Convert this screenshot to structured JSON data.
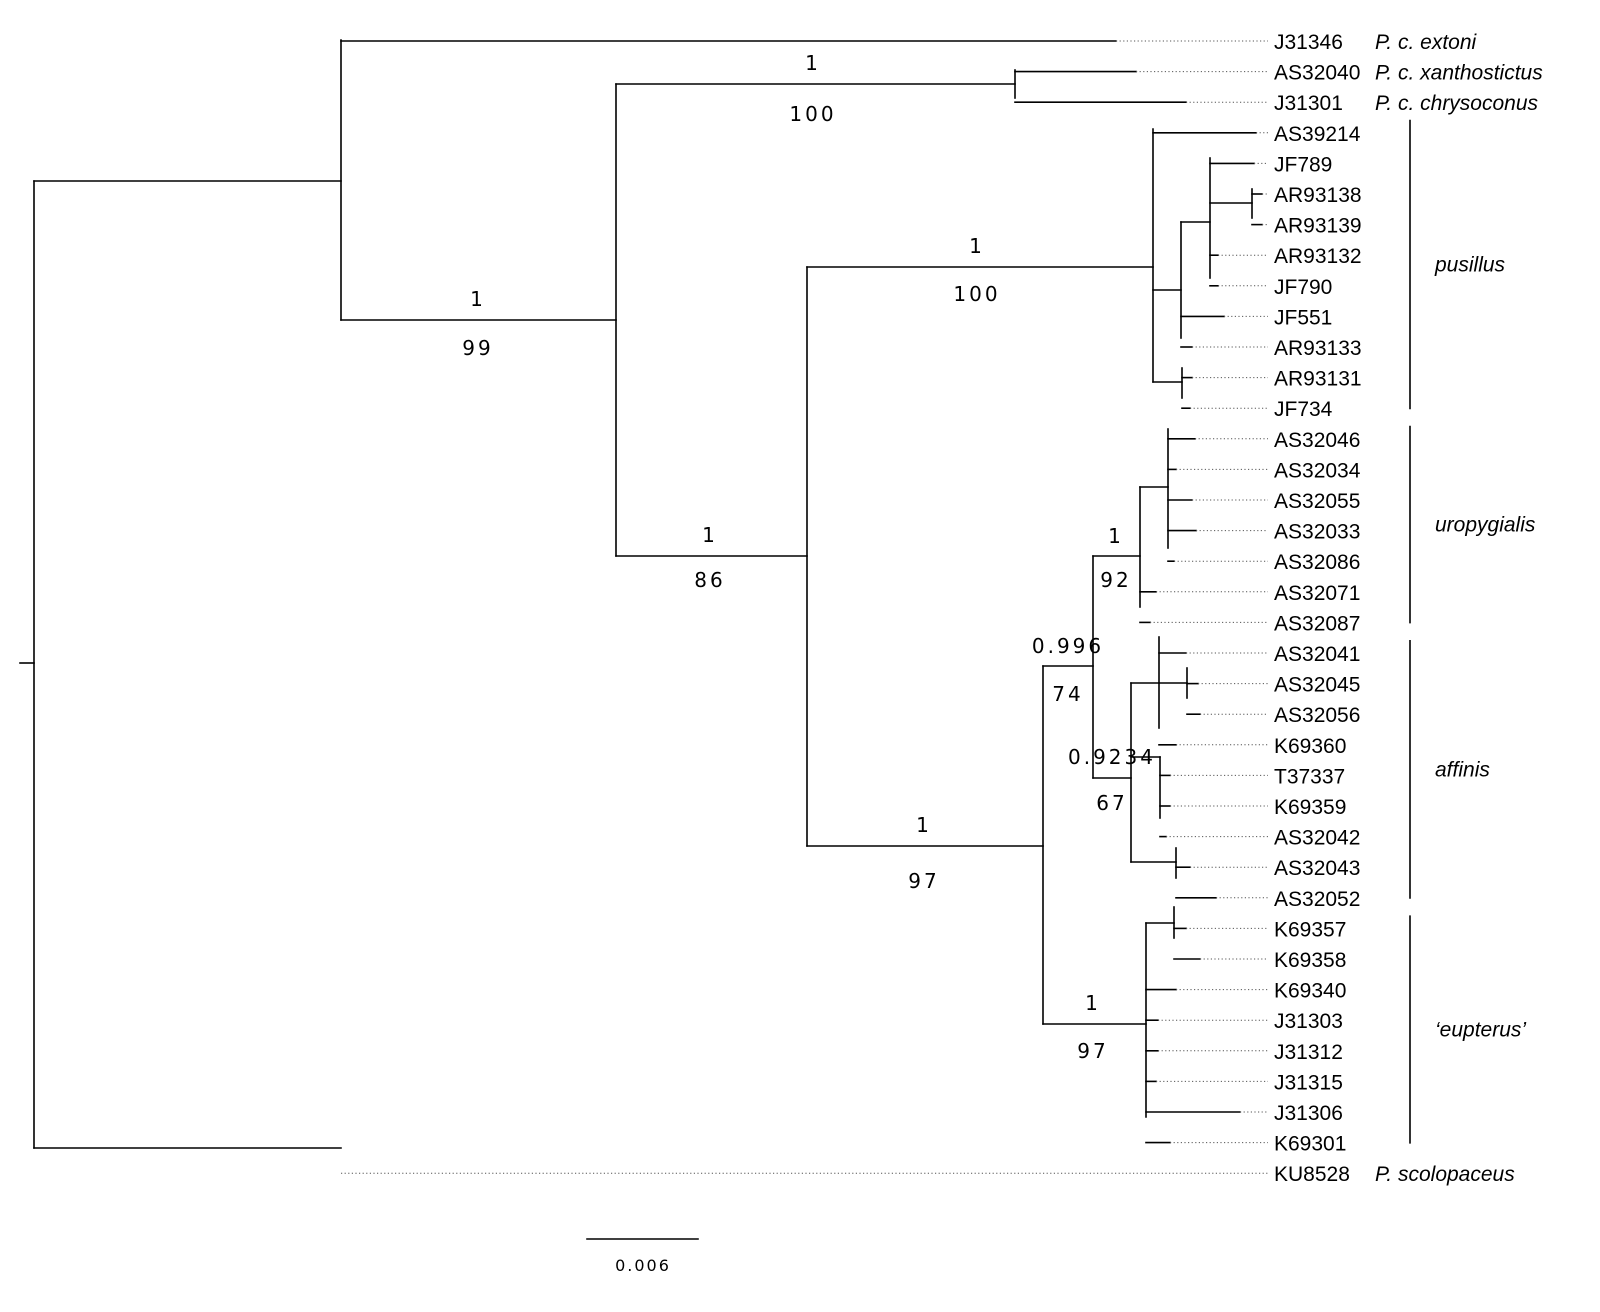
{
  "tips": [
    {
      "id": "J31346",
      "label": "P. c. extoni"
    },
    {
      "id": "AS32040",
      "label": "P. c. xanthostictus"
    },
    {
      "id": "J31301",
      "label": "P. c. chrysoconus"
    },
    {
      "id": "AS39214"
    },
    {
      "id": "JF789"
    },
    {
      "id": "AR93138"
    },
    {
      "id": "AR93139"
    },
    {
      "id": "AR93132"
    },
    {
      "id": "JF790"
    },
    {
      "id": "JF551"
    },
    {
      "id": "AR93133"
    },
    {
      "id": "AR93131"
    },
    {
      "id": "JF734"
    },
    {
      "id": "AS32046"
    },
    {
      "id": "AS32034"
    },
    {
      "id": "AS32055"
    },
    {
      "id": "AS32033"
    },
    {
      "id": "AS32086"
    },
    {
      "id": "AS32071"
    },
    {
      "id": "AS32087"
    },
    {
      "id": "AS32041"
    },
    {
      "id": "AS32045"
    },
    {
      "id": "AS32056"
    },
    {
      "id": "K69360"
    },
    {
      "id": "T37337"
    },
    {
      "id": "K69359"
    },
    {
      "id": "AS32042"
    },
    {
      "id": "AS32043"
    },
    {
      "id": "AS32052"
    },
    {
      "id": "K69357"
    },
    {
      "id": "K69358"
    },
    {
      "id": "K69340"
    },
    {
      "id": "J31303"
    },
    {
      "id": "J31312"
    },
    {
      "id": "J31315"
    },
    {
      "id": "J31306"
    },
    {
      "id": "K69301"
    },
    {
      "id": "KU8528",
      "label": "P. scolopaceus"
    }
  ],
  "groups": [
    {
      "label": "pusillus",
      "first_tip": 3,
      "last_tip": 12
    },
    {
      "label": "uropygialis",
      "first_tip": 13,
      "last_tip": 19
    },
    {
      "label": "affinis",
      "first_tip": 20,
      "last_tip": 28
    },
    {
      "label": "‘eupterus’",
      "first_tip": 29,
      "last_tip": 36
    }
  ],
  "support": [
    {
      "posterior": "1",
      "bootstrap": "100"
    },
    {
      "posterior": "1",
      "bootstrap": "99"
    },
    {
      "posterior": "1",
      "bootstrap": "100"
    },
    {
      "posterior": "1",
      "bootstrap": "86"
    },
    {
      "posterior": "1",
      "bootstrap": "97"
    },
    {
      "posterior": "0.996",
      "bootstrap": "74"
    },
    {
      "posterior": "1",
      "bootstrap": "92"
    },
    {
      "posterior": "0.9234",
      "bootstrap": "67"
    },
    {
      "posterior": "1",
      "bootstrap": "97"
    }
  ],
  "scale_bar": {
    "label": "0.006"
  }
}
